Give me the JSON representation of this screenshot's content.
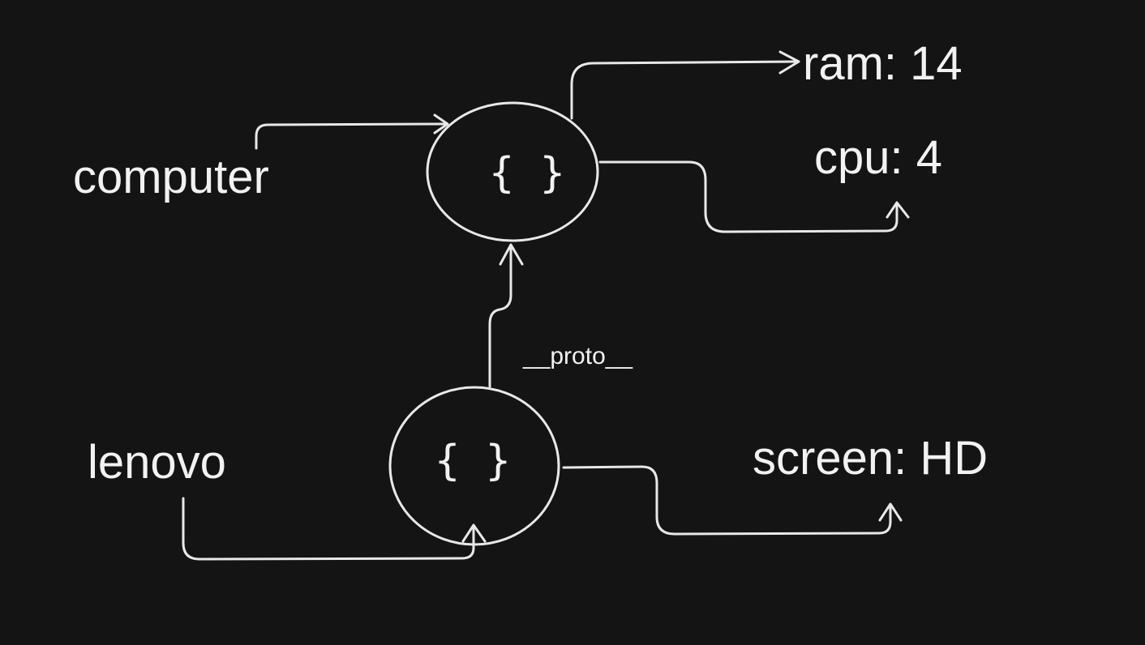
{
  "nodes": {
    "computer": {
      "label": "computer"
    },
    "lenovo": {
      "label": "lenovo"
    },
    "computer_object": {
      "symbol": "{ }"
    },
    "lenovo_object": {
      "symbol": "{ }"
    }
  },
  "properties": {
    "ram": "ram: 14",
    "cpu": "cpu: 4",
    "screen": "screen: HD"
  },
  "link": {
    "proto": "__proto__"
  },
  "colors": {
    "background": "#141414",
    "stroke": "#e8e8e8",
    "text": "#f2f2f2"
  }
}
